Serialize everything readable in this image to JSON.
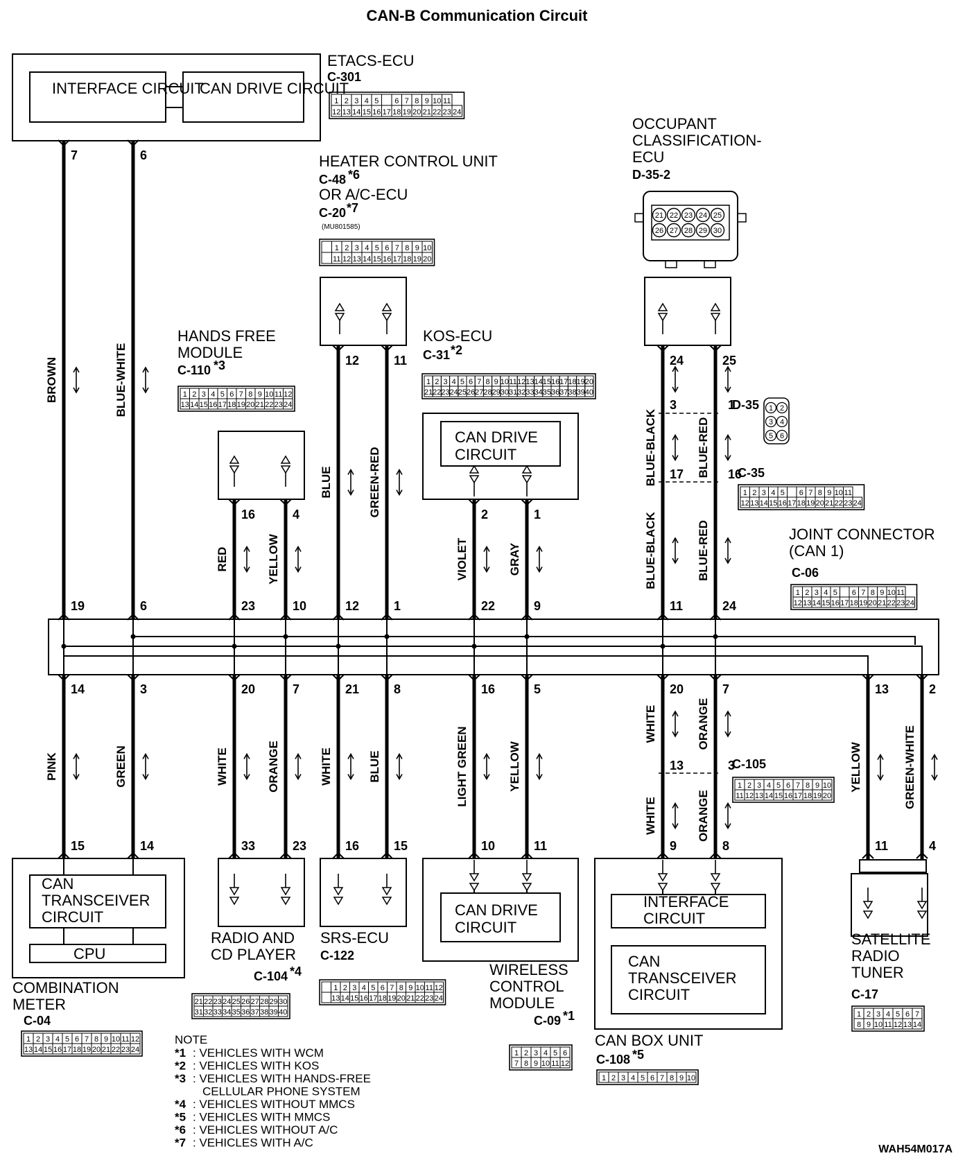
{
  "title": "CAN-B Communication Circuit",
  "figure_code": "WAH54M017A",
  "components": {
    "etacs": {
      "name": "ETACS-ECU",
      "connector": "C-301",
      "blocks": [
        "INTERFACE CIRCUIT",
        "CAN DRIVE CIRCUIT"
      ]
    },
    "heater": {
      "name": "HEATER CONTROL UNIT",
      "connector": "C-48",
      "mark": "*6",
      "alt": "OR A/C-ECU",
      "alt_connector": "C-20",
      "alt_mark": "*7",
      "part": "(MU801585)"
    },
    "occupant": {
      "name": "OCCUPANT CLASSIFICATION-ECU",
      "connector": "D-35-2"
    },
    "hands_free": {
      "name": "HANDS FREE MODULE",
      "connector": "C-110",
      "mark": "*3"
    },
    "kos": {
      "name": "KOS-ECU",
      "connector": "C-31",
      "mark": "*2",
      "block": "CAN DRIVE CIRCUIT"
    },
    "joint": {
      "name": "JOINT CONNECTOR (CAN 1)",
      "connector": "C-06"
    },
    "inline_d35": {
      "connector": "D-35"
    },
    "inline_c35": {
      "connector": "C-35"
    },
    "inline_c105": {
      "connector": "C-105"
    },
    "combination_meter": {
      "name": "COMBINATION METER",
      "connector": "C-04",
      "blocks": [
        "CAN TRANSCEIVER CIRCUIT",
        "CPU"
      ]
    },
    "radio": {
      "name": "RADIO AND CD PLAYER",
      "connector": "C-104",
      "mark": "*4"
    },
    "srs": {
      "name": "SRS-ECU",
      "connector": "C-122"
    },
    "wireless": {
      "name": "WIRELESS CONTROL MODULE",
      "connector": "C-09",
      "mark": "*1",
      "block": "CAN DRIVE CIRCUIT"
    },
    "can_box": {
      "name": "CAN BOX UNIT",
      "connector": "C-108",
      "mark": "*5",
      "blocks": [
        "INTERFACE CIRCUIT",
        "CAN TRANSCEIVER CIRCUIT"
      ]
    },
    "satellite": {
      "name": "SATELLITE RADIO TUNER",
      "connector": "C-17"
    }
  },
  "wire_colors": {
    "brown": "BROWN",
    "blue_white": "BLUE-WHITE",
    "blue": "BLUE",
    "green_red": "GREEN-RED",
    "red": "RED",
    "yellow": "YELLOW",
    "violet": "VIOLET",
    "gray": "GRAY",
    "blue_black": "BLUE-BLACK",
    "blue_red": "BLUE-RED",
    "pink": "PINK",
    "green": "GREEN",
    "white": "WHITE",
    "orange": "ORANGE",
    "light_green": "LIGHT GREEN",
    "green_white": "GREEN-WHITE"
  },
  "pins": {
    "etacs": [
      "7",
      "6"
    ],
    "heater": [
      "12",
      "11"
    ],
    "occupant": [
      "24",
      "25"
    ],
    "hands_free": [
      "16",
      "4"
    ],
    "kos": [
      "2",
      "1"
    ],
    "d35": [
      "3",
      "1"
    ],
    "c35": [
      "17",
      "16"
    ],
    "joint_top": [
      "19",
      "6",
      "23",
      "10",
      "12",
      "1",
      "22",
      "9",
      "11",
      "24"
    ],
    "joint_bottom": [
      "14",
      "3",
      "20",
      "7",
      "21",
      "8",
      "16",
      "5",
      "20",
      "7",
      "13",
      "2"
    ],
    "c105": [
      "13",
      "3"
    ],
    "meter": [
      "15",
      "14"
    ],
    "radio": [
      "33",
      "23"
    ],
    "srs": [
      "16",
      "15"
    ],
    "wireless": [
      "10",
      "11"
    ],
    "can_box": [
      "9",
      "8"
    ],
    "satellite": [
      "11",
      "4"
    ]
  },
  "notes": {
    "heading": "NOTE",
    "items": [
      {
        "mark": "*1",
        "text": ": VEHICLES WITH WCM"
      },
      {
        "mark": "*2",
        "text": ": VEHICLES WITH KOS"
      },
      {
        "mark": "*3",
        "text": ": VEHICLES WITH HANDS-FREE"
      },
      {
        "mark": "",
        "text": "CELLULAR PHONE SYSTEM"
      },
      {
        "mark": "*4",
        "text": ": VEHICLES WITHOUT MMCS"
      },
      {
        "mark": "*5",
        "text": ": VEHICLES WITH MMCS"
      },
      {
        "mark": "*6",
        "text": ": VEHICLES WITHOUT A/C"
      },
      {
        "mark": "*7",
        "text": ": VEHICLES WITH A/C"
      }
    ]
  }
}
